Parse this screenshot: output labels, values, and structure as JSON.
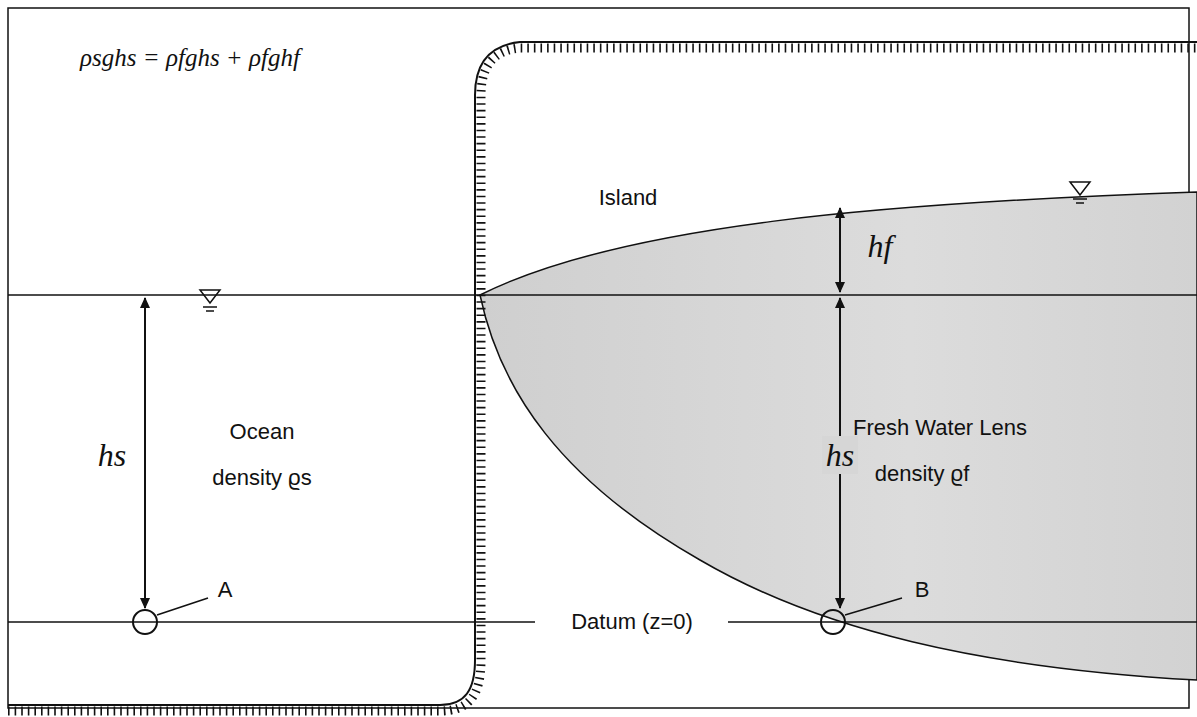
{
  "diagram": {
    "labels": [
      "ρsghs = ρfghs + ρfghf",
      "Island",
      "hf",
      "hs",
      "Ocean",
      "density ϱs",
      "hs",
      "Fresh Water Lens",
      "density ϱf",
      "A",
      "B",
      "Datum (z=0)"
    ]
  }
}
